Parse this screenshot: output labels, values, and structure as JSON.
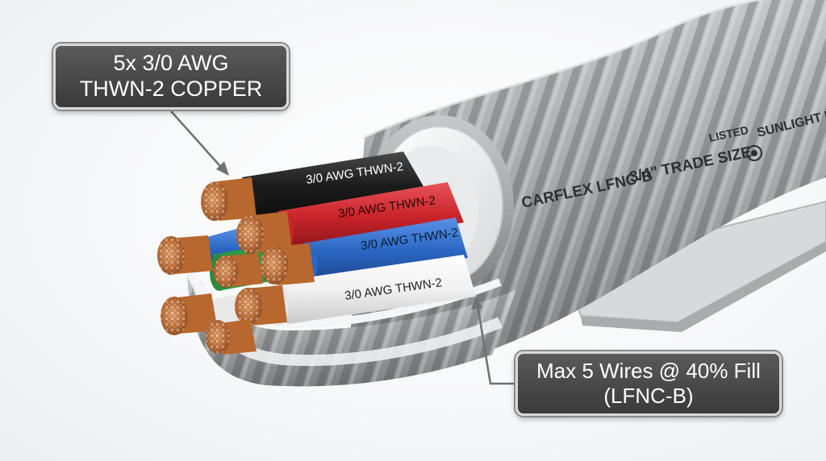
{
  "callouts": {
    "wire_spec": {
      "line1": "5x 3/0 AWG",
      "line2": "THWN-2 COPPER"
    },
    "fill_spec": {
      "line1": "Max 5 Wires @ 40% Fill",
      "line2": "(LFNC-B)"
    }
  },
  "wire_jackets": {
    "black": "3/0 AWG THWN-2",
    "red": "3/0 AWG THWN-2",
    "blue": "3/0 AWG THWN-2",
    "white": "3/0 AWG THWN-2"
  },
  "conduit_print": {
    "brand": "CARFLEX LFNC-B",
    "trade_size": "3/4\" TRADE SIZE",
    "listed": "LISTED",
    "sunlight": "SUNLIGHT RESISTANT"
  },
  "colors": {
    "conduit": "#a9abad",
    "conduit_dark": "#7d8083",
    "copper": "#c4733f",
    "wire_black": "#1c1c1c",
    "wire_red": "#c8242a",
    "wire_blue": "#2b67c4",
    "wire_green": "#2f9a45",
    "wire_white": "#f1f1f1",
    "callout_bg": "#484848"
  }
}
